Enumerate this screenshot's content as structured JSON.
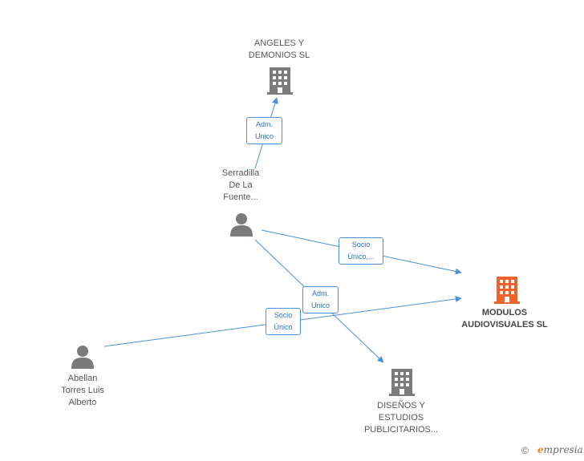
{
  "nodes": {
    "angeles": {
      "label": "ANGELES Y\nDEMONIOS SL",
      "type": "company"
    },
    "serradilla": {
      "label": "Serradilla\nDe La\nFuente...",
      "type": "person"
    },
    "modulos": {
      "label": "MODULOS\nAUDIOVISUALES SL",
      "type": "company",
      "highlighted": true
    },
    "abellan": {
      "label": "Abellan\nTorres Luis\nAlberto",
      "type": "person"
    },
    "disenos": {
      "label": "DISEÑOS Y\nESTUDIOS\nPUBLICITARIOS...",
      "type": "company"
    }
  },
  "edges": {
    "adm_unico_1": {
      "label": "Adm.\nUnico"
    },
    "socio_unico_1": {
      "label": "Socio\nÚnico,..."
    },
    "adm_unico_2": {
      "label": "Adm.\nUnico"
    },
    "socio_unico_2": {
      "label": "Socio\nÚnico"
    }
  },
  "footer": {
    "copyright": "©",
    "brand_initial": "e",
    "brand_rest": "mpresia"
  },
  "colors": {
    "edge": "#4a8fdc",
    "icon": "#7a7a7a",
    "highlight": "#f0622d"
  }
}
